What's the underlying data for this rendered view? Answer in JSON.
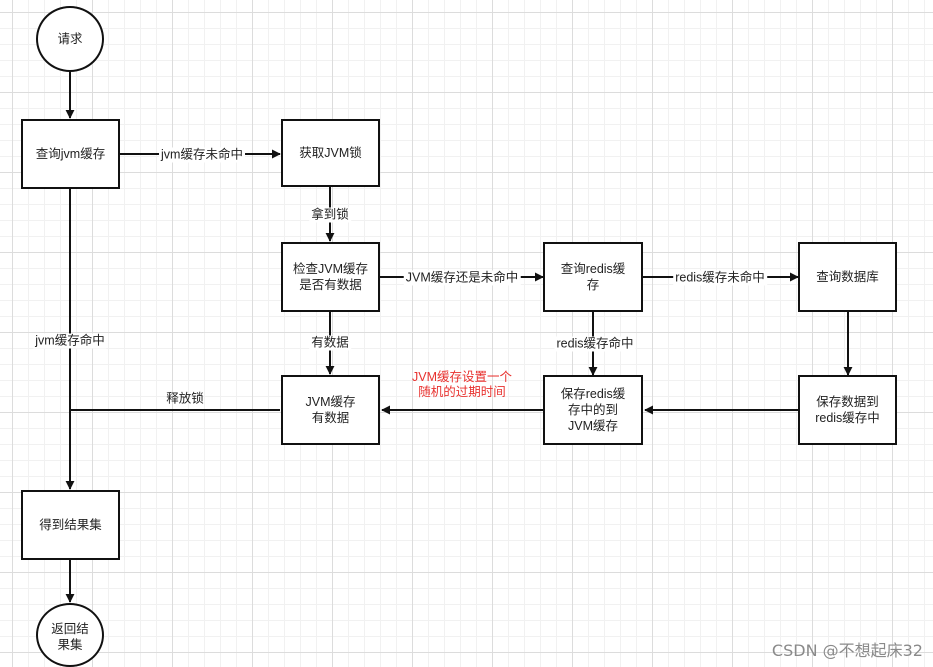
{
  "nodes": {
    "request": "请求",
    "query_jvm_cache": "查询jvm缓存",
    "acquire_jvm_lock": "获取JVM锁",
    "check_jvm_cache_has_data": "检查JVM缓存\n是否有数据",
    "query_redis_cache": "查询redis缓\n存",
    "query_database": "查询数据库",
    "jvm_cache_has_data": "JVM缓存\n有数据",
    "save_redis_cache_to_jvm": "保存redis缓\n存中的到\nJVM缓存",
    "save_data_to_redis": "保存数据到\nredis缓存中",
    "get_result_set": "得到结果集",
    "return_result_set": "返回结\n果集"
  },
  "edge_labels": {
    "jvm_cache_miss": "jvm缓存未命中",
    "got_lock": "拿到锁",
    "jvm_cache_still_miss": "JVM缓存还是未命中",
    "redis_cache_miss": "redis缓存未命中",
    "jvm_cache_hit": "jvm缓存命中",
    "has_data": "有数据",
    "redis_cache_hit": "redis缓存命中",
    "release_lock": "释放锁",
    "random_expiry_note": "JVM缓存设置一个\n随机的过期时间"
  },
  "watermark": "CSDN @不想起床32"
}
